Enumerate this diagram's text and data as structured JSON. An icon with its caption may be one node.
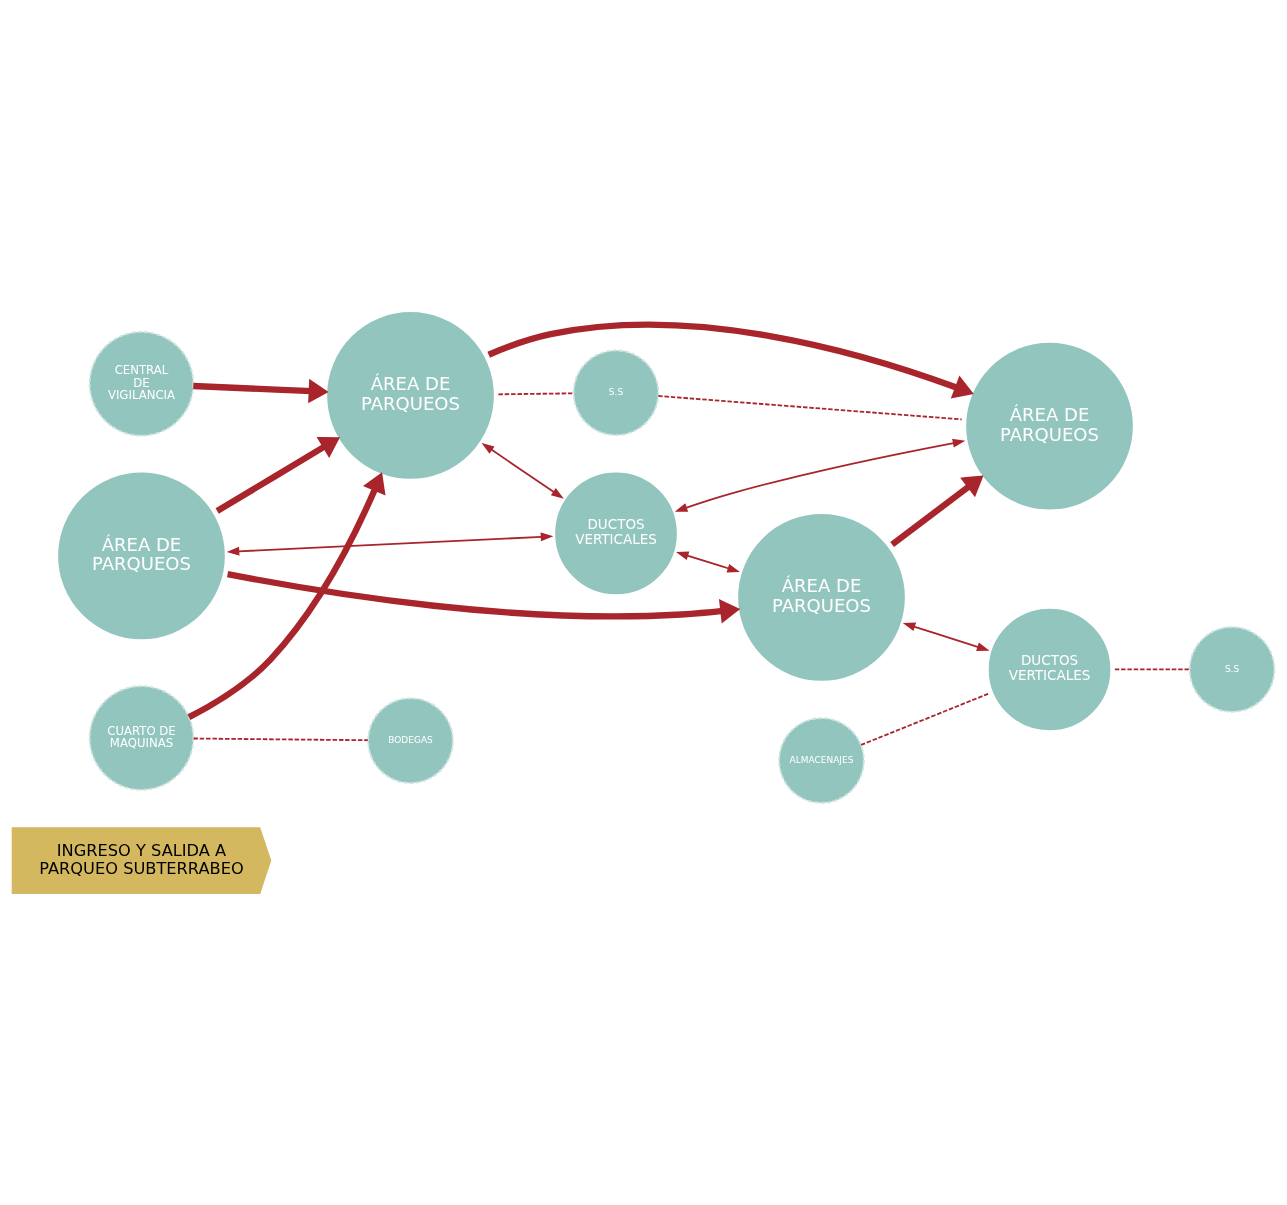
{
  "diagram": {
    "nodes": [
      {
        "text": [
          "INGRESO Y SALIDA A PARQUEO SUBTERRABEO"
        ]
      },
      {
        "text": [
          "CENTRAL DE VIGILANCIA"
        ]
      },
      {
        "text": [
          "ÁREA DE PARQUEOS"
        ]
      },
      {
        "text": [
          "CUARTO DE MAQUINAS"
        ]
      },
      {
        "text": [
          "ÁREA DE PARQUEOS"
        ]
      },
      {
        "text": [
          "DUCTOS VERTICALES"
        ]
      },
      {
        "text": [
          "S.S"
        ]
      },
      {
        "text": [
          "BODEGAS"
        ]
      },
      {
        "text": [
          "ÁREA DE PARQUEOS"
        ]
      },
      {
        "text": [
          "ÁREA DE PARQUEOS"
        ]
      },
      {
        "text": [
          "ALMACENAJES"
        ]
      },
      {
        "text": [
          "DUCTOS VERTICALES"
        ]
      },
      {
        "text": [
          "S.S"
        ]
      }
    ],
    "edges": [
      {
        "from": 1,
        "to": 2,
        "arrow": "to",
        "style": "thick"
      },
      {
        "from": 3,
        "to": 2,
        "arrow": "to",
        "style": "thick"
      },
      {
        "from": 4,
        "to": 2,
        "arrow": "to",
        "style": "thick"
      },
      {
        "from": 2,
        "to": 8,
        "arrow": "to",
        "style": "thick"
      },
      {
        "from": 4,
        "to": 9,
        "arrow": "to",
        "style": "thick"
      },
      {
        "from": 9,
        "to": 8,
        "arrow": "to",
        "style": "thick"
      },
      {
        "from": 2,
        "to": 5,
        "arrow": "both"
      },
      {
        "from": 4,
        "to": 5,
        "arrow": "both"
      },
      {
        "from": 5,
        "to": 9,
        "arrow": "both"
      },
      {
        "from": 5,
        "to": 8,
        "arrow": "both"
      },
      {
        "from": 9,
        "to": 11,
        "arrow": "both"
      },
      {
        "from": 2,
        "to": 6,
        "arrow": "none",
        "style": "dashed"
      },
      {
        "from": 6,
        "to": 8,
        "arrow": "none",
        "style": "dashed"
      },
      {
        "from": 3,
        "to": 7,
        "arrow": "none",
        "style": "dashed"
      },
      {
        "from": 10,
        "to": 11,
        "arrow": "none",
        "style": "dashed"
      },
      {
        "from": 11,
        "to": 12,
        "arrow": "none",
        "style": "dashed"
      }
    ]
  }
}
